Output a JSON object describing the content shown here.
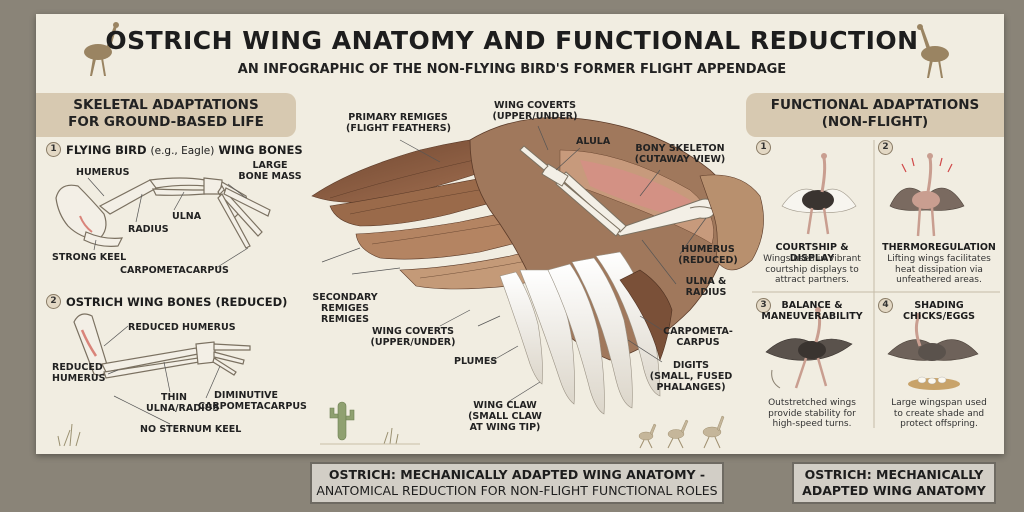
{
  "title": "OSTRICH WING ANATOMY AND FUNCTIONAL REDUCTION",
  "subtitle": "AN INFOGRAPHIC OF THE NON-FLYING BIRD'S FORMER FLIGHT APPENDAGE",
  "left": {
    "heading_1": "SKELETAL ADAPTATIONS",
    "heading_2": "FOR GROUND-BASED LIFE",
    "flying": {
      "num": "1",
      "title": "FLYING BIRD",
      "eg": "(e.g., Eagle)",
      "title_end": "WING BONES",
      "labels": {
        "humerus": "HUMERUS",
        "large_bone_1": "LARGE",
        "large_bone_2": "BONE MASS",
        "ulna": "ULNA",
        "radius": "RADIUS",
        "keel": "STRONG KEEL",
        "carpo": "CARPOMETACARPUS"
      }
    },
    "ostrich": {
      "num": "2",
      "title": "OSTRICH WING BONES (REDUCED)",
      "labels": {
        "reduced_humerus_top": "REDUCED HUMERUS",
        "reduced_humerus_1": "REDUCED",
        "reduced_humerus_2": "HUMERUS",
        "thin_1": "THIN",
        "thin_2": "ULNA/RADIUS",
        "dim_1": "DIMINUTIVE",
        "dim_2": "CARPOMETACARPUS",
        "no_keel": "NO STERNUM KEEL"
      }
    }
  },
  "center": {
    "primary_1": "PRIMARY REMIGES",
    "primary_2": "(FLIGHT FEATHERS)",
    "coverts_top_1": "WING COVERTS",
    "coverts_top_2": "(UPPER/UNDER)",
    "alula": "ALULA",
    "bony_1": "BONY SKELETON",
    "bony_2": "(CUTAWAY VIEW)",
    "humerus_1": "HUMERUS",
    "humerus_2": "(REDUCED)",
    "ulna_1": "ULNA &",
    "ulna_2": "RADIUS",
    "carpo_1": "CARPOMETA-",
    "carpo_2": "CARPUS",
    "digits_1": "DIGITS",
    "digits_2": "(SMALL, FUSED",
    "digits_3": "PHALANGES)",
    "secondary_1": "SECONDARY",
    "secondary_2": "REMIGES",
    "secondary_3": "REMIGES",
    "coverts_low_1": "WING COVERTS",
    "coverts_low_2": "(UPPER/UNDER)",
    "plumes": "PLUMES",
    "claw_1": "WING CLAW",
    "claw_2": "(SMALL CLAW",
    "claw_3": "AT WING TIP)"
  },
  "right": {
    "heading_1": "FUNCTIONAL ADAPTATIONS",
    "heading_2": "(NON-FLIGHT)",
    "items": [
      {
        "num": "1",
        "title_1": "COURTSHIP & DISPLAY",
        "title_2": "",
        "desc": [
          "Wings used in vibrant",
          "courtship displays to",
          "attract partners."
        ]
      },
      {
        "num": "2",
        "title_1": "THERMOREGULATION",
        "title_2": "",
        "desc": [
          "Lifting wings facilitates",
          "heat dissipation via",
          "unfeathered areas."
        ]
      },
      {
        "num": "3",
        "title_1": "BALANCE &",
        "title_2": "MANEUVERABILITY",
        "desc": [
          "Outstretched wings",
          "provide stability for",
          "high-speed turns."
        ]
      },
      {
        "num": "4",
        "title_1": "SHADING",
        "title_2": "CHICKS/EGGS",
        "desc": [
          "Large wingspan used",
          "to create shade and",
          "protect offspring."
        ]
      }
    ]
  },
  "bottom": {
    "left_1": "OSTRICH: MECHANICALLY ADAPTED WING ANATOMY -",
    "left_2": "ANATOMICAL REDUCTION FOR NON-FLIGHT FUNCTIONAL ROLES",
    "right_1": "OSTRICH: MECHANICALLY",
    "right_2": "ADAPTED WING ANATOMY"
  },
  "colors": {
    "panel": "#f1ede1",
    "heading_bg": "#d7c9b1",
    "feather_brown": "#8a5a3c",
    "feather_white": "#f4f1ea",
    "bone": "#f3efe6"
  }
}
